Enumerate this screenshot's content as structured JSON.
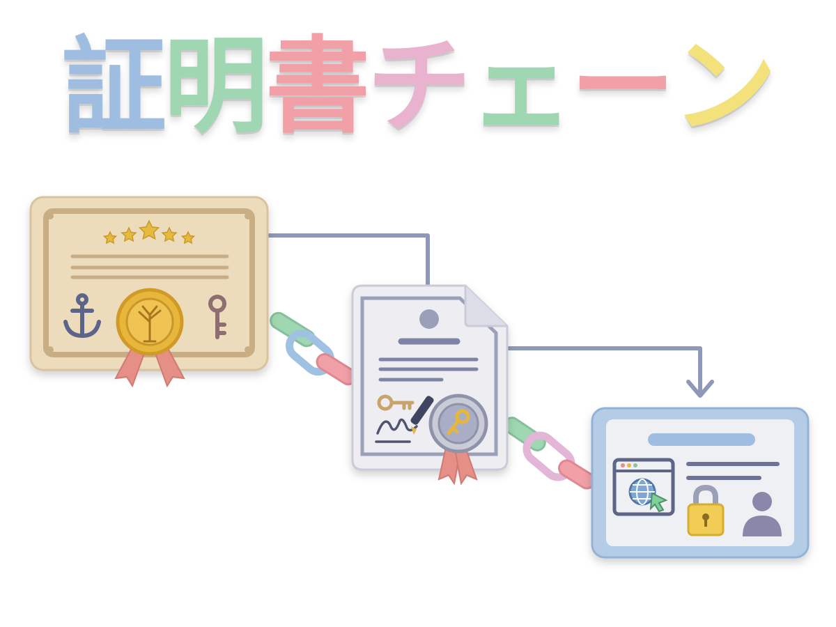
{
  "title": {
    "chars": [
      "証",
      "明",
      "書",
      "チ",
      "ェ",
      "ー",
      "ン"
    ],
    "colors": [
      "#9fbde0",
      "#9fd7b2",
      "#f1a0a8",
      "#e9b2cf",
      "#9fd7b2",
      "#f1a0a8",
      "#f3e27b"
    ]
  },
  "nodes": [
    {
      "id": "root-certificate",
      "icons": [
        "stars-icon",
        "anchor-icon",
        "tree-seal-icon",
        "key-icon",
        "ribbon-icon"
      ]
    },
    {
      "id": "intermediate-certificate",
      "icons": [
        "avatar-icon",
        "key-icon",
        "signature-icon",
        "pen-icon",
        "key-seal-icon",
        "ribbon-icon"
      ]
    },
    {
      "id": "server-certificate",
      "icons": [
        "browser-globe-icon",
        "padlock-icon",
        "user-icon"
      ]
    }
  ],
  "colors": {
    "connector": "#8f98b8",
    "chain_green": "#9fd7b2",
    "chain_blue": "#9fc2e2",
    "chain_pink": "#f1a0a8",
    "chain_lilac": "#e3b5d6",
    "root_paper": "#ecdcbc",
    "root_border": "#cfb58f",
    "seal_gold": "#e8b63a",
    "ribbon": "#e58f86",
    "doc_paper": "#eeeef2",
    "doc_border": "#9aa0b8",
    "server_frame": "#9fbde0",
    "server_panel": "#eef0f4",
    "lock_yellow": "#f2cd55",
    "user_purple": "#8a88aa"
  }
}
